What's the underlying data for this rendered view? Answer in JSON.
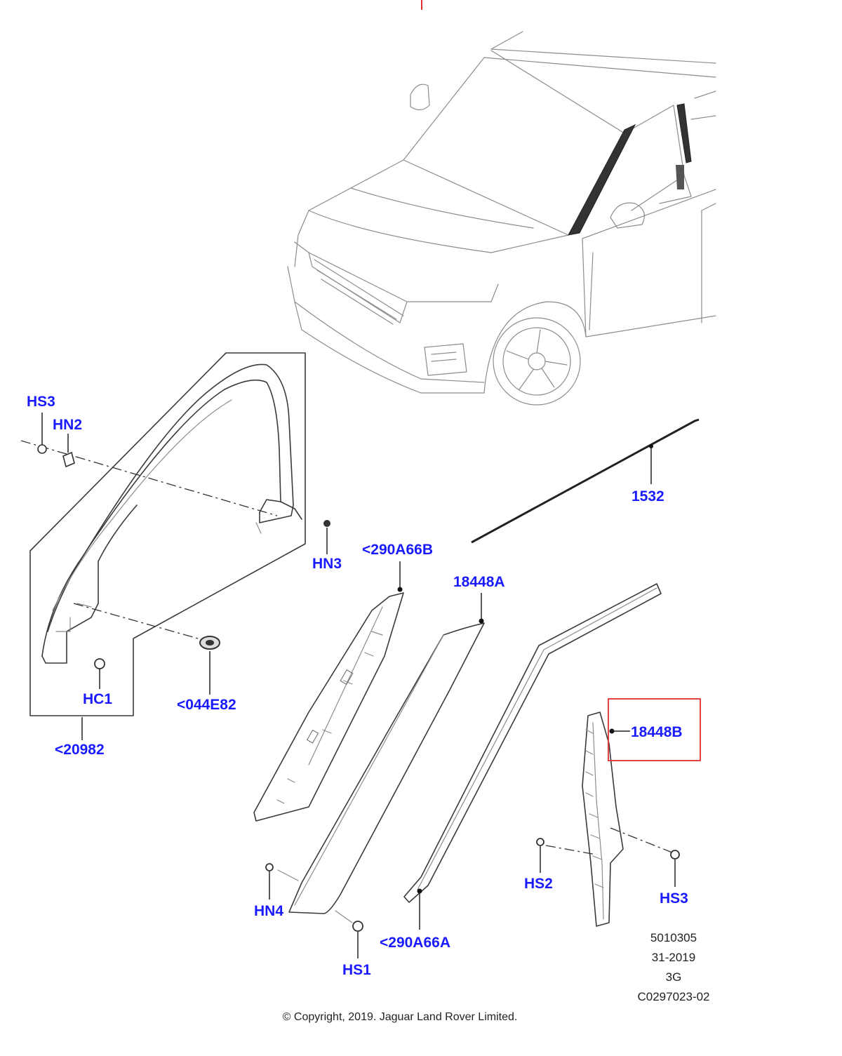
{
  "callouts": {
    "hs3_top": "HS3",
    "hn2": "HN2",
    "hn3": "HN3",
    "hc1": "HC1",
    "p044e82": "<044E82",
    "p20982": "<20982",
    "p1532": "1532",
    "p290a66b": "<290A66B",
    "p18448a": "18448A",
    "p18448b": "18448B",
    "hs2": "HS2",
    "hs3_bottom": "HS3",
    "hn4": "HN4",
    "hs1": "HS1",
    "p290a66a": "<290A66A"
  },
  "illustration_ref": {
    "line1": "5010305",
    "line2": "31-2019",
    "line3": "3G",
    "line4": "C0297023-02"
  },
  "copyright": "© Copyright, 2019. Jaguar Land Rover Limited.",
  "colors": {
    "callout_text": "#1a1aff",
    "highlight_box": "#e03030",
    "line_art": "#3a3a3a"
  }
}
